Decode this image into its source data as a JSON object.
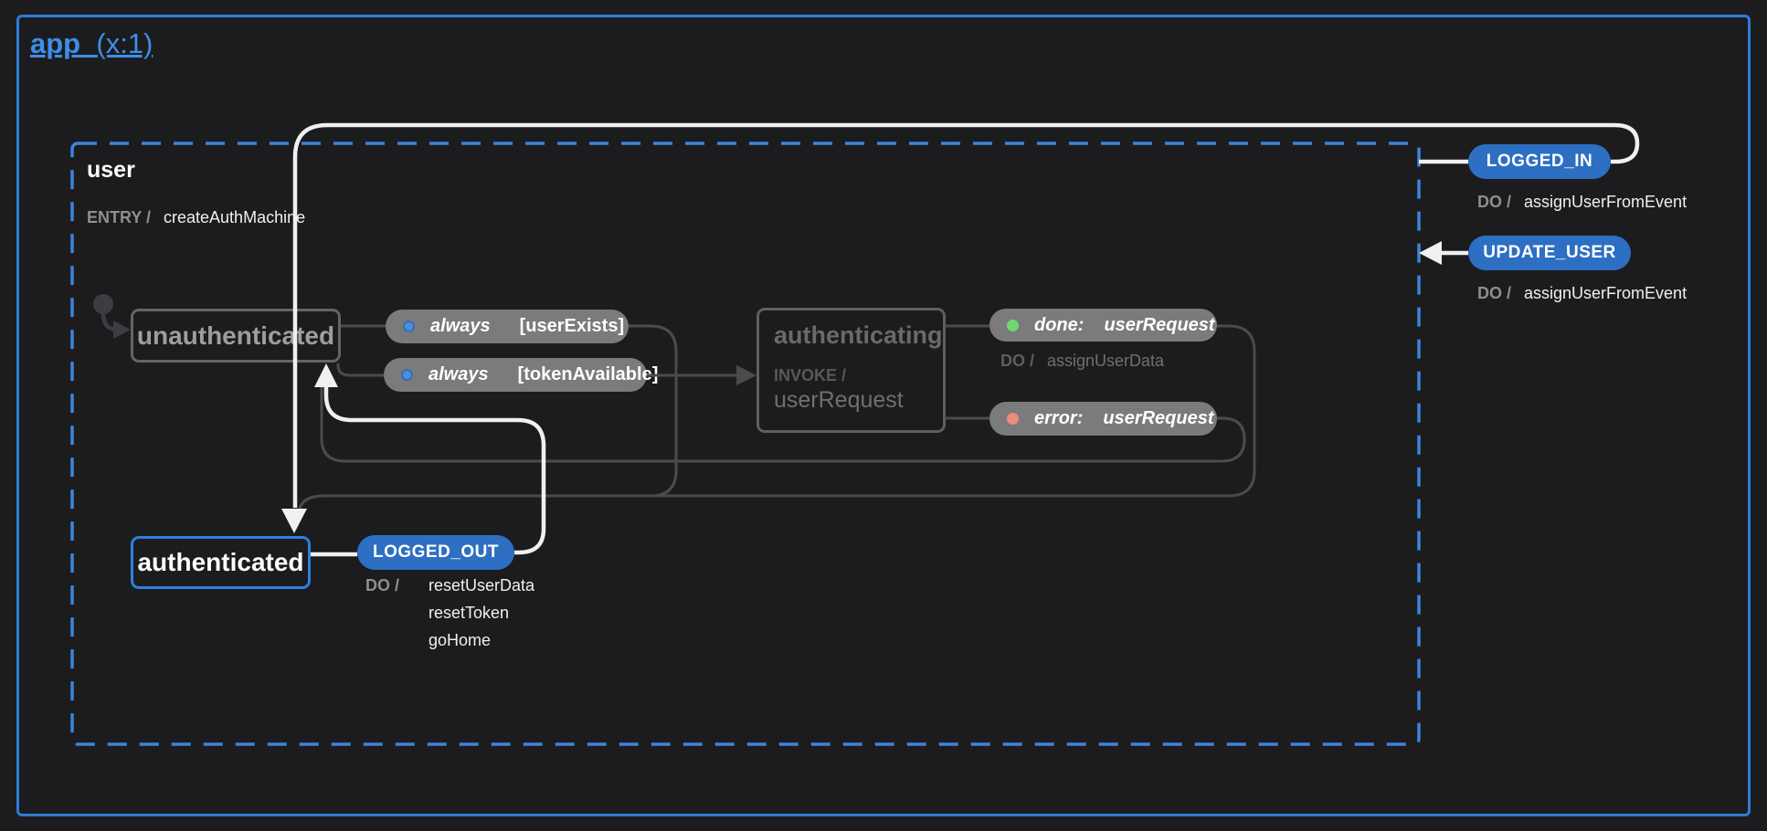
{
  "app": {
    "title": "app",
    "count_badge": "(x:1)"
  },
  "machine": {
    "title": "user",
    "entry_label": "ENTRY /",
    "entry_action": "createAuthMachine"
  },
  "states": {
    "unauthenticated": {
      "label": "unauthenticated"
    },
    "authenticating": {
      "label": "authenticating",
      "invoke_label": "INVOKE /",
      "invoke_src": "userRequest"
    },
    "authenticated": {
      "label": "authenticated"
    }
  },
  "transitions": {
    "user_exists": {
      "event": "always",
      "guard": "[userExists]"
    },
    "token_available": {
      "event": "always",
      "guard": "[tokenAvailable]"
    },
    "done": {
      "event": "done:",
      "source": "userRequest",
      "do_label": "DO /",
      "action": "assignUserData"
    },
    "error": {
      "event": "error:",
      "source": "userRequest"
    },
    "logged_out": {
      "event": "LOGGED_OUT",
      "do_label": "DO /",
      "actions": [
        "resetUserData",
        "resetToken",
        "goHome"
      ]
    },
    "logged_in": {
      "event": "LOGGED_IN",
      "do_label": "DO /",
      "action": "assignUserFromEvent"
    },
    "update_user": {
      "event": "UPDATE_USER",
      "do_label": "DO /",
      "action": "assignUserFromEvent"
    }
  },
  "colors": {
    "background": "#1c1c1e",
    "outer_border": "#2e7cd6",
    "machine_dashed_border": "#3d84db",
    "event_pill_blue": "#2d6fc2",
    "selected_state_blue": "#2e7fe0",
    "guard_pill_gray": "#7b7b7b",
    "edge_white": "#f0f0f0",
    "edge_gray": "#4b4b4b",
    "done_dot": "#6fd96f",
    "error_dot": "#ef8a7d",
    "guard_dot": "#4a90e2"
  }
}
